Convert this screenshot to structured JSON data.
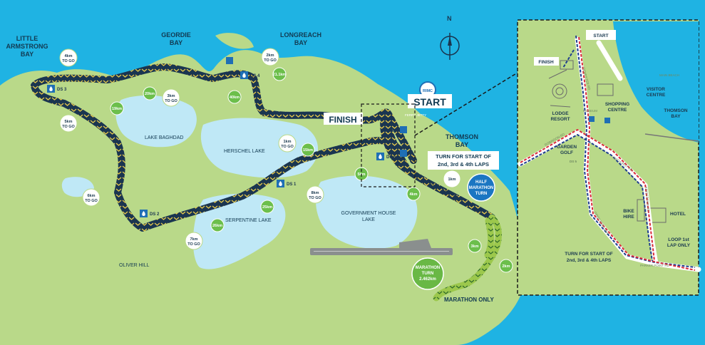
{
  "places": {
    "little_armstrong_bay": [
      "LITTLE",
      "ARMSTRONG",
      "BAY"
    ],
    "geordie_bay": [
      "GEORDIE",
      "BAY"
    ],
    "longreach_bay": [
      "LONGREACH",
      "BAY"
    ],
    "thomson_bay": [
      "THOMSON",
      "BAY"
    ],
    "oliver_hill": "OLIVER HILL",
    "lake_baghdad": "LAKE BAGHDAD",
    "herschel_lake": "HERSCHEL LAKE",
    "serpentine_lake": "SERPENTINE LAKE",
    "government_house_lake": [
      "GOVERNMENT HOUSE",
      "LAKE"
    ]
  },
  "compass": {
    "label": "N"
  },
  "labels": {
    "start": "START",
    "finish": "FINISH",
    "turn": [
      "TURN FOR START OF",
      "2nd, 3rd & 4th LAPS"
    ],
    "half_marathon_turn": [
      "HALF",
      "MARATHON",
      "TURN"
    ],
    "marathon_turn": [
      "MARATHON",
      "TURN",
      "2.462km"
    ],
    "marathon_only": "MARATHON ONLY",
    "loop_1st_lap": "LOOP 1st LAP",
    "logo": "RIMC",
    "jetty": "FERRY JETTY"
  },
  "togo_markers": [
    [
      "4km",
      "TO GO"
    ],
    [
      "2km",
      "TO GO"
    ],
    [
      "3km",
      "TO GO"
    ],
    [
      "5km",
      "TO GO"
    ],
    [
      "1km",
      "TO GO"
    ],
    [
      "6km",
      "TO GO"
    ],
    [
      "8km",
      "TO GO"
    ],
    [
      "7km",
      "TO GO"
    ],
    [
      "1km"
    ]
  ],
  "km_markers": [
    "21.1km",
    "20km",
    "40km",
    "19km",
    "15km",
    "5km",
    "4km",
    "25km",
    "26km",
    "3km",
    "2km"
  ],
  "drink_stations": [
    "DS 3",
    "DS 4",
    "DS 5",
    "DS 1",
    "DS 2"
  ],
  "inset": {
    "start": "START",
    "finish": "FINISH",
    "lodge_resort": [
      "LODGE",
      "RESORT"
    ],
    "museum": "MUSEUM",
    "shopping_centre": [
      "SHOPPING",
      "CENTRE"
    ],
    "visitor_centre": [
      "VISITOR",
      "CENTRE"
    ],
    "thomson_bay": [
      "THOMSON",
      "BAY"
    ],
    "garden_golf": [
      "GARDEN",
      "GOLF"
    ],
    "ds5": "DS 5",
    "bike_hire": [
      "BIKE",
      "HIRE"
    ],
    "hotel": "HOTEL",
    "loop": [
      "LOOP 1st",
      "LAP ONLY"
    ],
    "turn": [
      "TURN FOR START OF",
      "2nd, 3rd & 4th LAPS"
    ],
    "roads": [
      "DEMPSTER RD",
      "ROBINSON RD",
      "BATHURST RD",
      "KINGSTOWN RD",
      "PARKER POINT RD",
      "MAIN BEACH",
      "DIRECTORY HUT"
    ]
  },
  "colors": {
    "sea": "#1fb3e3",
    "land": "#b9d989",
    "lake": "#bfe8f6",
    "route": "#1a3550",
    "chevron": "#e6c94a",
    "marathon_route": "#9cc84c",
    "km_badge": "#6cbf4b",
    "drink_station": "#1f6fb5",
    "half_turn": "#1b76c2",
    "marathon_turn": "#69b845",
    "inset_out": "#1f3f8f",
    "inset_in": "#d92b3a"
  }
}
